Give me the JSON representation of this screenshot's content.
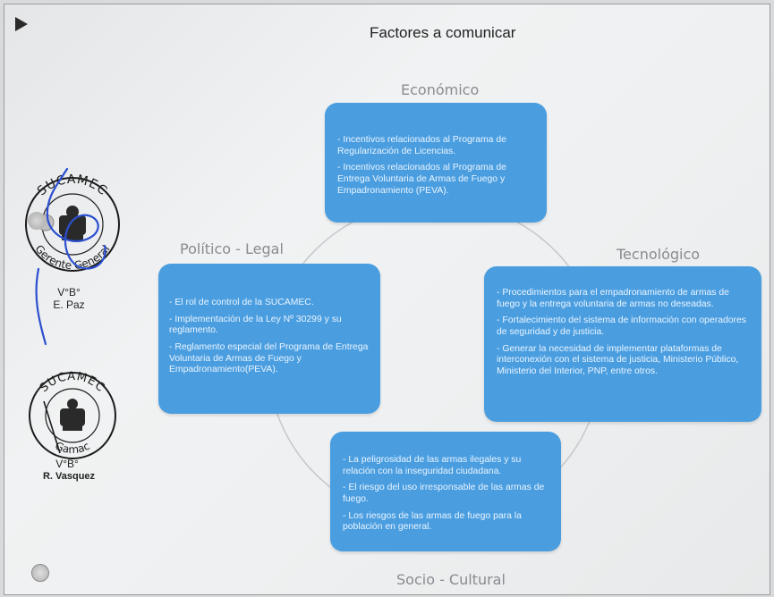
{
  "title": "Factores a comunicar",
  "categories": {
    "economico": "Económico",
    "politico": "Político - Legal",
    "tecnologico": "Tecnológico",
    "socio": "Socio - Cultural"
  },
  "boxes": {
    "economico": [
      "Incentivos relacionados al Programa de Regularización de Licencias.",
      "Incentivos relacionados al Programa de Entrega Voluntaria de Armas de Fuego y Empadronamiento (PEVA)."
    ],
    "politico": [
      "El rol de control de la SUCAMEC.",
      "Implementación de la Ley Nº 30299 y su reglamento.",
      "Reglamento especial del Programa de Entrega Voluntaria de Armas de Fuego y Empadronamiento(PEVA)."
    ],
    "tecnologico": [
      "Procedimientos para el empadronamiento de armas de fuego y la entrega voluntaria de armas no deseadas.",
      "Fortalecimiento del sistema de información con operadores de seguridad y de justicia.",
      "Generar la necesidad de implementar plataformas de interconexión con el sistema de justicia, Ministerio Público, Ministerio del Interior, PNP, entre otros."
    ],
    "socio": [
      "La peligrosidad de las armas ilegales y su relación con la inseguridad ciudadana.",
      "El riesgo del uso irresponsable de las armas de fuego.",
      "Los riesgos de las armas de fuego para la población en general."
    ]
  },
  "stamps": {
    "stamp1": {
      "top_text": "SUCAMEC",
      "bottom_text": "Gerente General",
      "vb": "V°B°",
      "name": "E. Paz"
    },
    "stamp2": {
      "top_text": "SUCAMEC",
      "bottom_text": "Gamac",
      "vb": "V°B°",
      "name": "R. Vasquez"
    }
  },
  "colors": {
    "box_fill": "#4a9ee0",
    "box_text": "#eaf4ff",
    "category_text": "#888c90",
    "signature_ink": "#2b4fd0"
  }
}
